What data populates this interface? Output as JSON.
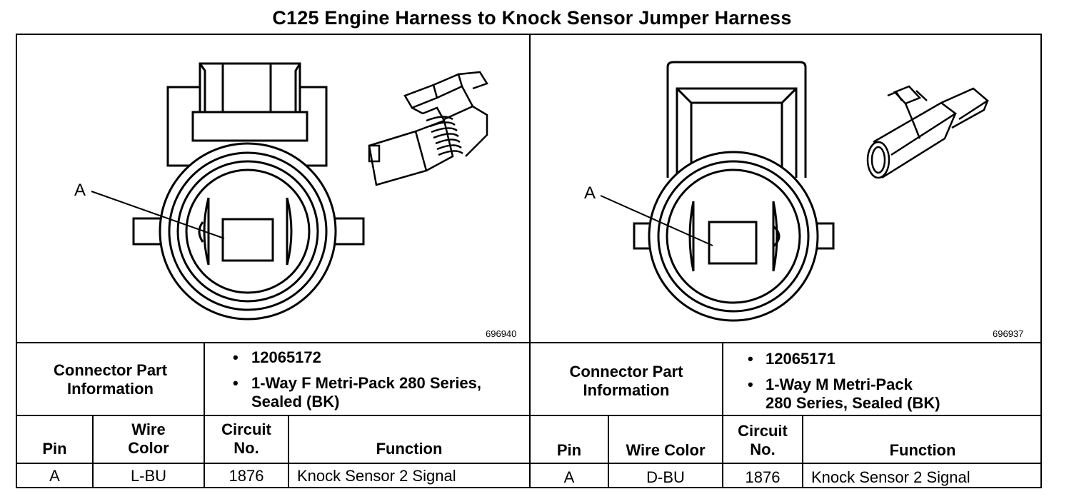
{
  "title": "C125 Engine Harness to Knock Sensor Jumper Harness",
  "left": {
    "image_number": "696940",
    "pin_label": "A",
    "part_info_label_line1": "Connector Part",
    "part_info_label_line2": "Information",
    "part_bullets": [
      "12065172",
      "1-Way F Metri-Pack 280 Series,",
      "Sealed (BK)"
    ],
    "headers": {
      "pin": "Pin",
      "wire_color_line1": "Wire",
      "wire_color_line2": "Color",
      "circuit_line1": "Circuit",
      "circuit_line2": "No.",
      "function": "Function"
    },
    "row": {
      "pin": "A",
      "wire_color": "L-BU",
      "circuit": "1876",
      "function": "Knock Sensor 2 Signal"
    }
  },
  "right": {
    "image_number": "696937",
    "pin_label": "A",
    "part_info_label_line1": "Connector Part",
    "part_info_label_line2": "Information",
    "part_bullets": [
      "12065171",
      "1-Way M Metri-Pack",
      "280 Series, Sealed (BK)"
    ],
    "headers": {
      "pin": "Pin",
      "wire_color": "Wire Color",
      "circuit_line1": "Circuit",
      "circuit_line2": "No.",
      "function": "Function"
    },
    "row": {
      "pin": "A",
      "wire_color": "D-BU",
      "circuit": "1876",
      "function": "Knock Sensor 2 Signal"
    }
  }
}
